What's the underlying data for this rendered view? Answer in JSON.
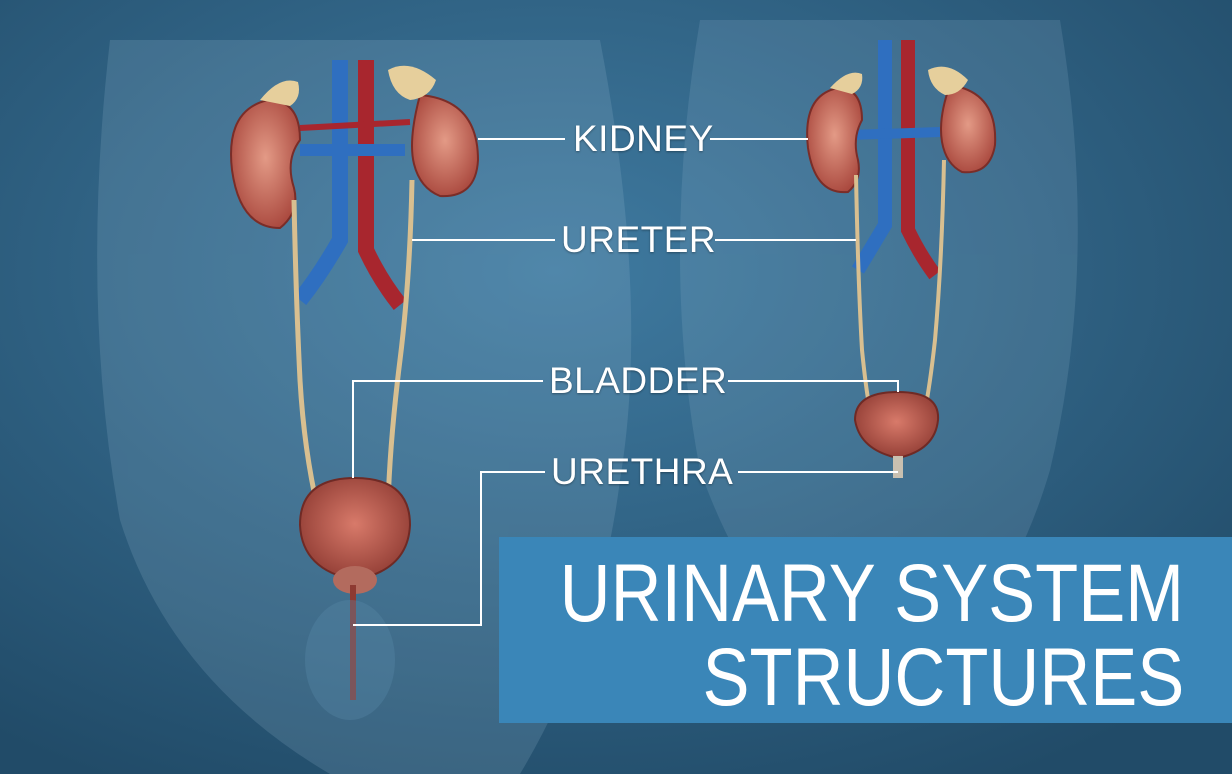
{
  "labels": {
    "kidney": "KIDNEY",
    "ureter": "URETER",
    "bladder": "BLADDER",
    "urethra": "URETHRA"
  },
  "title": {
    "line1": "URINARY SYSTEM",
    "line2": "STRUCTURES"
  },
  "colors": {
    "background": "#2a5f80",
    "banner": "#3a86b8",
    "label_text": "#ffffff",
    "leader_line": "#ffffff",
    "artery": "#a8262e",
    "vein": "#2f6fc0",
    "kidney": "#c96a5c",
    "bladder": "#c0584c",
    "ureter": "#d8bf90",
    "adrenal": "#e6cf9c"
  }
}
